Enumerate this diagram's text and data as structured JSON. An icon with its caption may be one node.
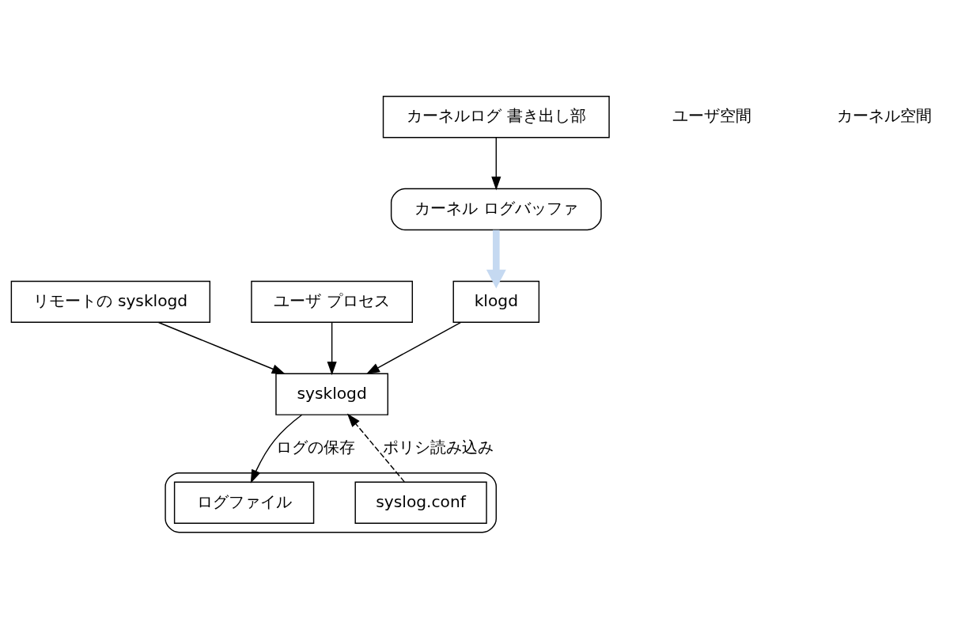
{
  "diagram": {
    "nodes": [
      {
        "text": [
          "リモートの sysklogd"
        ]
      },
      {
        "text": [
          "ユーザ プロセス"
        ]
      },
      {
        "text": [
          "klogd"
        ]
      },
      {
        "text": [
          "sysklogd"
        ]
      },
      {
        "text": [
          "カーネルログ 書き出し部"
        ]
      },
      {
        "text": [
          "カーネル ログバッファ"
        ]
      },
      {
        "text": [],
        "shape": "cylinder"
      },
      {
        "text": [
          "syslog.conf"
        ],
        "in": 6
      },
      {
        "text": [
          "ログファイル"
        ],
        "in": 6
      }
    ],
    "edges": [
      {
        "from": 0,
        "to": 3,
        "arrow": "to"
      },
      {
        "from": 1,
        "to": 3,
        "arrow": "to"
      },
      {
        "from": 2,
        "to": 3,
        "arrow": "to"
      },
      {
        "from": 3,
        "to": 8,
        "arrow": "to",
        "label": "ログの保存"
      },
      {
        "from": 7,
        "to": 3,
        "arrow": "to",
        "label": "ポリシ読み込み",
        "style": "dashed"
      },
      {
        "from": 4,
        "to": 5,
        "arrow": "to"
      },
      {
        "from": 5,
        "to": 2,
        "arrow": "to",
        "style": "thick",
        "color": "#c5d9f1"
      }
    ],
    "labels": [
      "ユーザ空間",
      "カーネル空間"
    ]
  }
}
